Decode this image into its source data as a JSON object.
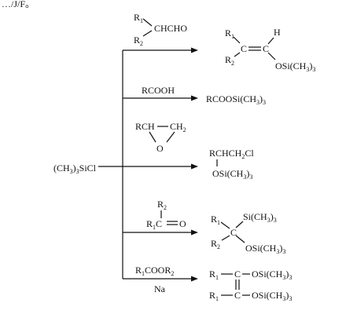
{
  "header_fragment": "…/J/F。",
  "reagent": "(CH3)3SiCl",
  "reactions": [
    {
      "id": "aldehyde",
      "reactant_label": "R1-CH(R2)-CHO",
      "product_label": "R1R2C=CH-OSi(CH3)3"
    },
    {
      "id": "acid",
      "reactant_label": "RCOOH",
      "product_label": "RCOOSi(CH3)3"
    },
    {
      "id": "epoxide",
      "reactant_label": "RCH-CH2 (epoxide)",
      "product_label": "RCH(OSi(CH3)3)CH2Cl"
    },
    {
      "id": "ketone",
      "reactant_label": "R1(R2)C=O",
      "product_label": "R1R2C(Si(CH3)3)(OSi(CH3)3)"
    },
    {
      "id": "ester",
      "reactant_label": "R1COOR2",
      "reactant_sublabel": "Na",
      "product_label": "R1-C(OSi(CH3)3)=C(OSi(CH3)3)-R1"
    }
  ]
}
